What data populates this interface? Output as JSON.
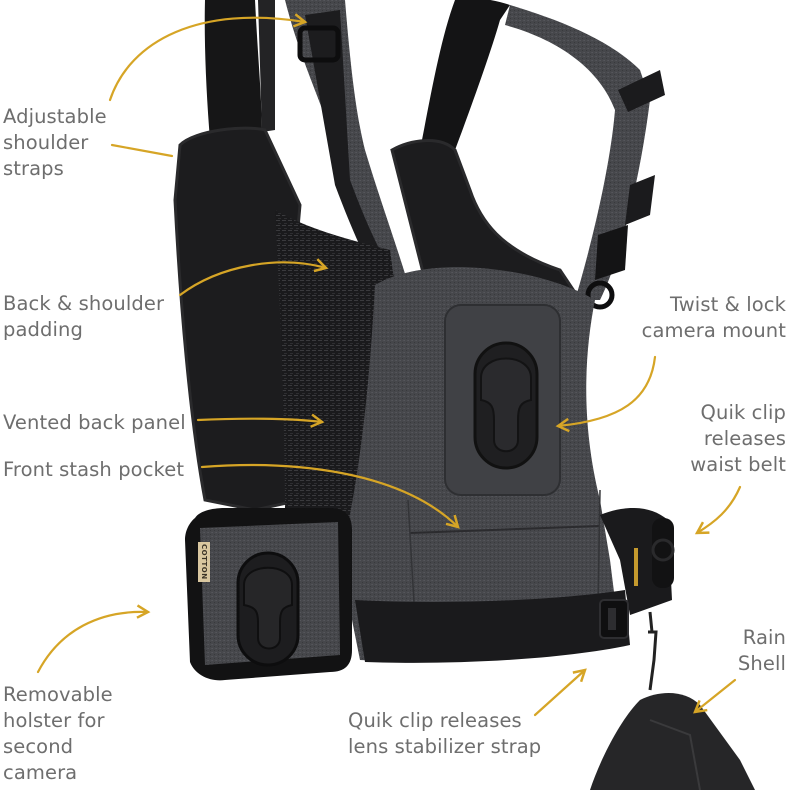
{
  "infographic": {
    "subject": "Camera harness",
    "brand_tag": "COTTON",
    "accent_color": "#d6a526",
    "text_color": "#6e6e6e",
    "fabric_color": "#3d3e42",
    "padding_color": "#1d1d1f",
    "callouts": [
      {
        "id": "adjustable-shoulder-straps",
        "text": "Adjustable\nshoulder\nstraps"
      },
      {
        "id": "back-shoulder-padding",
        "text": "Back & shoulder\npadding"
      },
      {
        "id": "vented-back-panel",
        "text": "Vented back panel"
      },
      {
        "id": "front-stash-pocket",
        "text": "Front stash pocket"
      },
      {
        "id": "removable-holster",
        "text": "Removable\nholster for\nsecond\ncamera"
      },
      {
        "id": "twist-lock-mount",
        "text": "Twist & lock\ncamera mount"
      },
      {
        "id": "quik-clip-waist-belt",
        "text": "Quik clip\nreleases\nwaist belt"
      },
      {
        "id": "rain-shell",
        "text": "Rain\nShell"
      },
      {
        "id": "quik-clip-lens-strap",
        "text": "Quik clip releases\nlens stabilizer strap"
      }
    ]
  }
}
